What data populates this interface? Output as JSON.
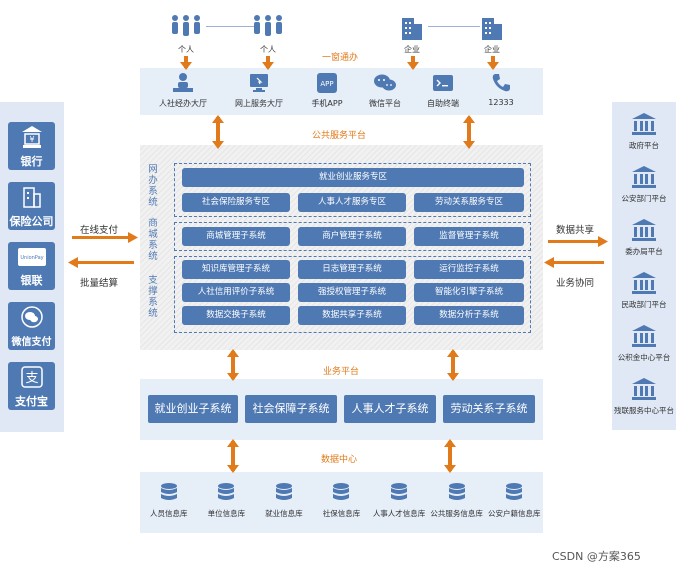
{
  "top_people": [
    {
      "label": "个人"
    },
    {
      "label": "个人"
    }
  ],
  "top_companies": [
    {
      "label": "企业"
    },
    {
      "label": "企业"
    }
  ],
  "window_title": "一窗通办",
  "channels": [
    {
      "label": "人社经办大厅",
      "icon": "person-desk-icon"
    },
    {
      "label": "网上服务大厅",
      "icon": "monitor-click-icon"
    },
    {
      "label": "手机APP",
      "icon": "app-icon",
      "glyph": "APP"
    },
    {
      "label": "微信平台",
      "icon": "wechat-icon"
    },
    {
      "label": "自助终端",
      "icon": "terminal-icon"
    },
    {
      "label": "12333",
      "icon": "phone-icon"
    }
  ],
  "public_platform_title": "公共服务平台",
  "left_items": [
    {
      "label": "银行",
      "icon": "bank-yuan-icon"
    },
    {
      "label": "保险公司",
      "icon": "building-icon"
    },
    {
      "label": "银联",
      "icon": "unionpay-icon",
      "glyph": "UnionPay"
    },
    {
      "label": "微信支付",
      "icon": "wechat-pay-icon"
    },
    {
      "label": "支付宝",
      "icon": "alipay-icon",
      "glyph": "支"
    }
  ],
  "left_arrows": {
    "online_pay": "在线支付",
    "batch_settle": "批量结算"
  },
  "right_arrows": {
    "data_share": "数据共享",
    "business_coop": "业务协同"
  },
  "vertical_labels": {
    "wangban": "网办系统",
    "shangcheng": "商城系统",
    "zhicheng": "支撑系统"
  },
  "wangban": {
    "top": "就业创业服务专区",
    "row": [
      "社会保险服务专区",
      "人事人才服务专区",
      "劳动关系服务专区"
    ]
  },
  "shangcheng": [
    "商城管理子系统",
    "商户管理子系统",
    "监督管理子系统"
  ],
  "zhicheng": [
    [
      "知识库管理子系统",
      "日志管理子系统",
      "运行监控子系统"
    ],
    [
      "人社信用评价子系统",
      "强授权管理子系统",
      "智能化引擎子系统"
    ],
    [
      "数据交换子系统",
      "数据共享子系统",
      "数据分析子系统"
    ]
  ],
  "business_platform_title": "业务平台",
  "business_systems": [
    "就业创业子系统",
    "社会保障子系统",
    "人事人才子系统",
    "劳动关系子系统"
  ],
  "data_center_title": "数据中心",
  "databases": [
    "人员信息库",
    "单位信息库",
    "就业信息库",
    "社保信息库",
    "人事人才信息库",
    "公共服务信息库",
    "公安户籍信息库"
  ],
  "right_items": [
    "政府平台",
    "公安部门平台",
    "委办局平台",
    "民政部门平台",
    "公积金中心平台",
    "残联服务中心平台"
  ],
  "watermark": "CSDN @方案365",
  "colors": {
    "accent": "#4f79b3",
    "arrow": "#e07a1a",
    "band": "#e6eef8"
  }
}
